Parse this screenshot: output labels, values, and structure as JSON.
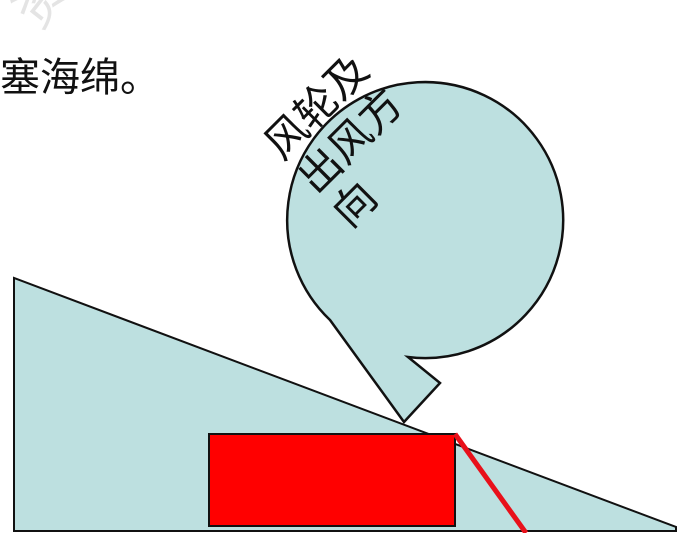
{
  "caption": {
    "visible_text": "塞海绵。"
  },
  "watermark": {
    "text": "资讯"
  },
  "fan_callout": {
    "lines": [
      "风轮及",
      "出风方",
      "向"
    ]
  },
  "colors": {
    "panel_fill": "#bde0e0",
    "outline": "#111111",
    "block_fill": "#ff0000",
    "airflow_line": "#e8101a"
  }
}
